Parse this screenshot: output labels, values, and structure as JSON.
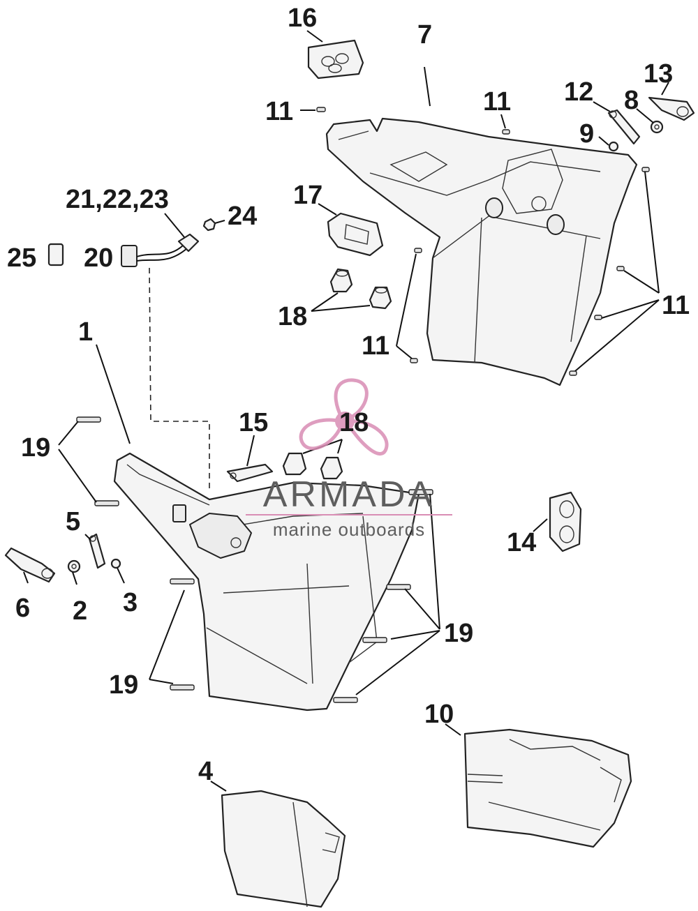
{
  "watermark": {
    "brand": "ARMADA",
    "tagline": "marine outboards",
    "logo_color": "#d98db4",
    "text_color": "#5e5e5e"
  },
  "callouts": {
    "c1": "1",
    "c2": "2",
    "c3": "3",
    "c4": "4",
    "c5": "5",
    "c6": "6",
    "c7": "7",
    "c8": "8",
    "c9": "9",
    "c10": "10",
    "c11a": "11",
    "c11b": "11",
    "c11c": "11",
    "c11d": "11",
    "c12": "12",
    "c13": "13",
    "c14": "14",
    "c15": "15",
    "c16": "16",
    "c17": "17",
    "c18a": "18",
    "c18b": "18",
    "c19a": "19",
    "c19b": "19",
    "c19c": "19",
    "c20": "20",
    "c21_23": "21,22,23",
    "c24": "24",
    "c25": "25"
  }
}
